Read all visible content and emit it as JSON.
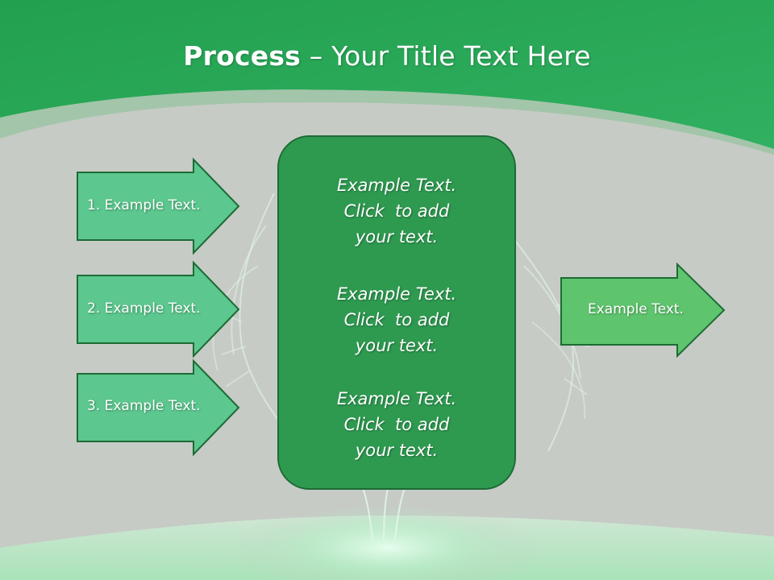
{
  "slide": {
    "title_bold": "Process",
    "title_rest": " – Your Title Text Here",
    "left_arrows": [
      {
        "label": "1. Example Text."
      },
      {
        "label": "2. Example Text."
      },
      {
        "label": "3. Example Text."
      }
    ],
    "center_paragraphs": [
      {
        "line1": "Example Text.",
        "line2": "Click  to add",
        "line3": "your text."
      },
      {
        "line1": "Example Text.",
        "line2": "Click  to add",
        "line3": "your text."
      },
      {
        "line1": "Example Text.",
        "line2": "Click  to add",
        "line3": "your text."
      }
    ],
    "right_arrow": {
      "label": "Example Text."
    }
  },
  "colors": {
    "header_green": "#2ea85a",
    "background_gray": "#c6cbc5",
    "left_arrow_fill": "#5cc78e",
    "right_arrow_fill": "#5fc46e",
    "center_box_fill": "#2e9a50",
    "outline_dark_green": "#1d6b35"
  }
}
